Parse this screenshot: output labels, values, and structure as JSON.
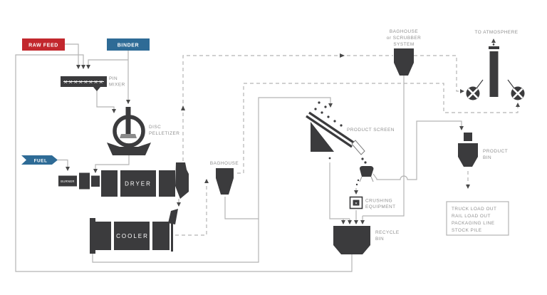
{
  "diagram": {
    "colors": {
      "background": "#ffffff",
      "machine": "#3b3b3d",
      "line": "#b4b4b4",
      "label_text": "#8f8f8f",
      "accent_red": "#c2272d",
      "accent_blue": "#2e6b96"
    },
    "nodes": {
      "raw_feed": {
        "label": "RAW FEED",
        "color": "#c2272d"
      },
      "binder": {
        "label": "BINDER",
        "color": "#2e6b96"
      },
      "fuel": {
        "label": "FUEL",
        "color": "#2e6b96"
      },
      "pin_mixer": {
        "label_lines": [
          "PIN",
          "MIXER"
        ],
        "pins": "✕✕✕✕✕✕✕✕"
      },
      "disc_pelletizer": {
        "label_lines": [
          "DISC",
          "PELLETIZER"
        ]
      },
      "burner": {
        "label": "BURNER"
      },
      "dryer": {
        "label": "DRYER"
      },
      "cooler": {
        "label": "COOLER"
      },
      "baghouse": {
        "label": "BAGHOUSE"
      },
      "scrubber": {
        "label_lines": [
          "BAGHOUSE",
          "or SCRUBBER",
          "SYSTEM"
        ]
      },
      "to_atmosphere": {
        "label": "TO ATMOSPHERE"
      },
      "product_screen": {
        "label": "PRODUCT SCREEN"
      },
      "crushing_equipment": {
        "label_lines": [
          "CRUSHING",
          "EQUIPMENT"
        ],
        "glyph": "✕"
      },
      "recycle_bin": {
        "label_lines": [
          "RECYCLE",
          "BIN"
        ]
      },
      "product_bin": {
        "label_lines": [
          "PRODUCT",
          "BIN"
        ]
      },
      "load_out": {
        "label_lines": [
          "TRUCK LOAD OUT",
          "RAIL LOAD OUT",
          "PACKAGING LINE",
          "STOCK PILE"
        ]
      }
    }
  }
}
